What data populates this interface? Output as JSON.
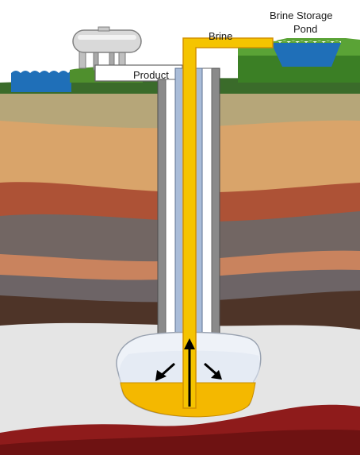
{
  "labels": {
    "brine": "Brine",
    "brine_storage_line1": "Brine Storage",
    "brine_storage_line2": "Pond",
    "product": "Product"
  },
  "colors": {
    "water": "#1f6fb8",
    "grass": "#3f7a2b",
    "brine_pipe": "#f5c400",
    "brine_pipe_edge": "#d89a00",
    "cavern_brine": "#f3b700",
    "salt": "#e4e4e4",
    "bedrock": "#8b1a1a"
  }
}
